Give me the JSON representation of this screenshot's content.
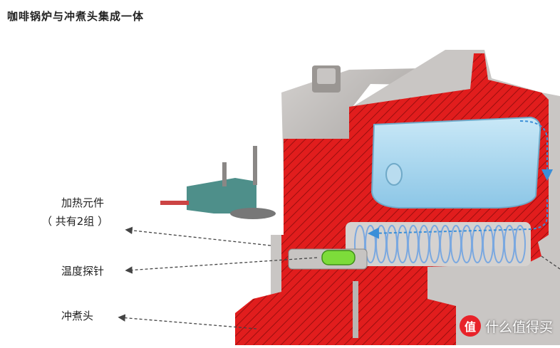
{
  "title": "咖啡锅炉与冲煮头集成一体",
  "labels": {
    "heating_element": "加热元件",
    "heating_element_note": "（ 共有2组 ）",
    "temperature_probe": "温度探针",
    "brew_head": "冲煮头"
  },
  "watermark": {
    "logo_text": "值",
    "text": "什么值得买"
  },
  "colors": {
    "cutaway_red": "#e11d1d",
    "water_blue": "#9fd3ee",
    "metal_gray": "#b9b6b4",
    "flow_arrow": "#3a8fd8",
    "probe_green": "#7ddc3a"
  }
}
